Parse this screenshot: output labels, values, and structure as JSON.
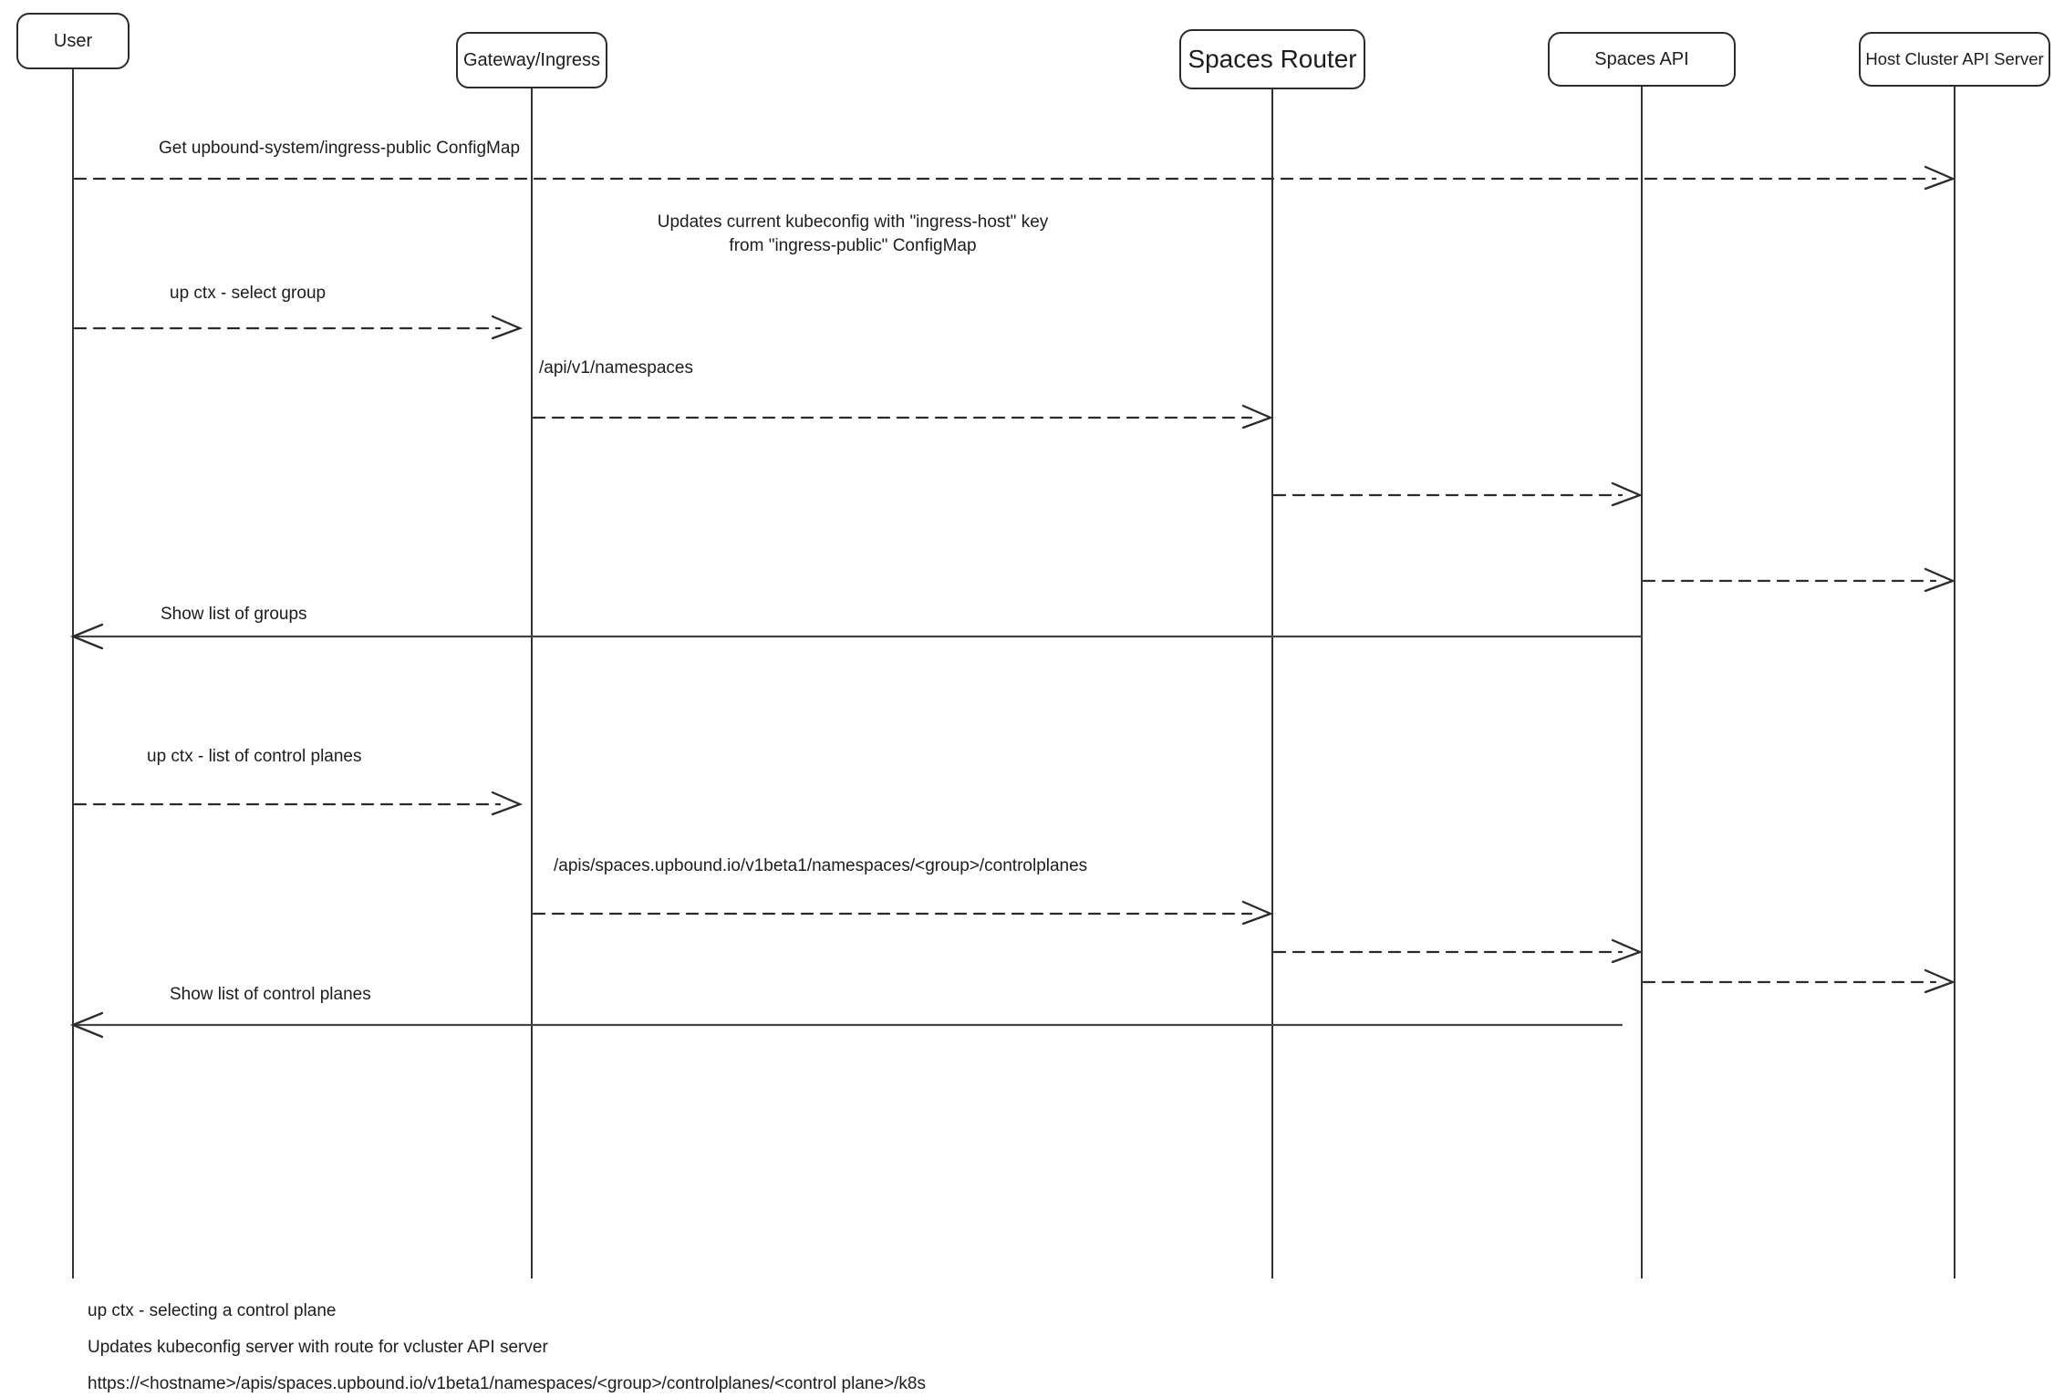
{
  "diagram_type": "sequence-diagram",
  "colors": {
    "stroke": "#2b2b2b",
    "text": "#1d1d1d",
    "background": "#ffffff"
  },
  "actors": [
    {
      "id": "user",
      "label": "User"
    },
    {
      "id": "gateway-ingress",
      "label": "Gateway/Ingress"
    },
    {
      "id": "spaces-router",
      "label": "Spaces Router"
    },
    {
      "id": "spaces-api",
      "label": "Spaces API"
    },
    {
      "id": "host-cluster-api-server",
      "label": "Host Cluster API Server"
    }
  ],
  "messages": [
    {
      "label": "Get upbound-system/ingress-public ConfigMap",
      "from": "User",
      "to": "Host Cluster API Server",
      "line": "dashed",
      "direction": "right"
    },
    {
      "label": "up ctx - select group",
      "from": "User",
      "to": "Gateway/Ingress",
      "line": "dashed",
      "direction": "right"
    },
    {
      "label": "/api/v1/namespaces",
      "from": "Gateway/Ingress",
      "to": "Spaces Router",
      "line": "dashed",
      "direction": "right"
    },
    {
      "label": "",
      "from": "Spaces Router",
      "to": "Spaces API",
      "line": "dashed",
      "direction": "right"
    },
    {
      "label": "",
      "from": "Spaces API",
      "to": "Host Cluster API Server",
      "line": "dashed",
      "direction": "right"
    },
    {
      "label": "Show list of groups",
      "from": "Spaces API",
      "to": "User",
      "line": "solid",
      "direction": "left"
    },
    {
      "label": "up ctx - list of control planes",
      "from": "User",
      "to": "Gateway/Ingress",
      "line": "dashed",
      "direction": "right"
    },
    {
      "label": "/apis/spaces.upbound.io/v1beta1/namespaces/<group>/controlplanes",
      "from": "Gateway/Ingress",
      "to": "Spaces Router",
      "line": "dashed",
      "direction": "right"
    },
    {
      "label": "",
      "from": "Spaces Router",
      "to": "Spaces API",
      "line": "dashed",
      "direction": "right"
    },
    {
      "label": "",
      "from": "Spaces API",
      "to": "Host Cluster API Server",
      "line": "dashed",
      "direction": "right"
    },
    {
      "label": "Show list of control planes",
      "from": "Spaces API",
      "to": "User",
      "line": "solid",
      "direction": "left"
    }
  ],
  "note": {
    "text": "Updates current kubeconfig with \"ingress-host\" key\nfrom \"ingress-public\" ConfigMap"
  },
  "footer_notes": [
    "up ctx - selecting a control plane",
    "Updates kubeconfig server with route for vcluster API server",
    "https://<hostname>/apis/spaces.upbound.io/v1beta1/namespaces/<group>/controlplanes/<control plane>/k8s"
  ]
}
